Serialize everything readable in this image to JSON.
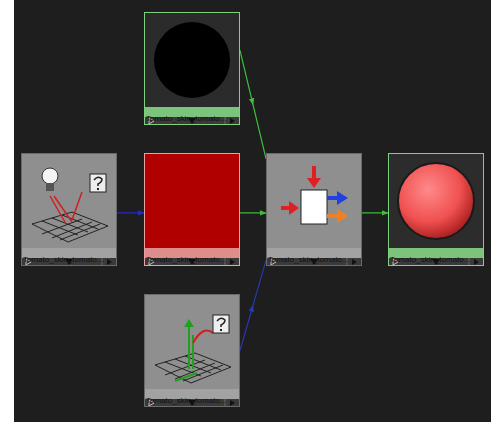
{
  "diagram": {
    "nodes": [
      {
        "text": [
          "Tomato_skin_tomato..."
        ]
      },
      {
        "text": [
          "Tomato_skin_tomato..."
        ]
      },
      {
        "text": [
          "Tomato_skin_tomato..."
        ]
      },
      {
        "text": [
          "Tomato_skin_tomato..."
        ]
      },
      {
        "text": [
          "Tomato_skin_tomato..."
        ]
      },
      {
        "text": [
          "Tomato_skin_tomato..."
        ]
      }
    ],
    "edges": [
      {
        "from": 1,
        "to": 2,
        "arrow": "to"
      },
      {
        "from": 2,
        "to": 3,
        "arrow": "to"
      },
      {
        "from": 0,
        "to": 3,
        "arrow": "to"
      },
      {
        "from": 5,
        "to": 3,
        "arrow": "to"
      },
      {
        "from": 3,
        "to": 4,
        "arrow": "to"
      }
    ]
  }
}
